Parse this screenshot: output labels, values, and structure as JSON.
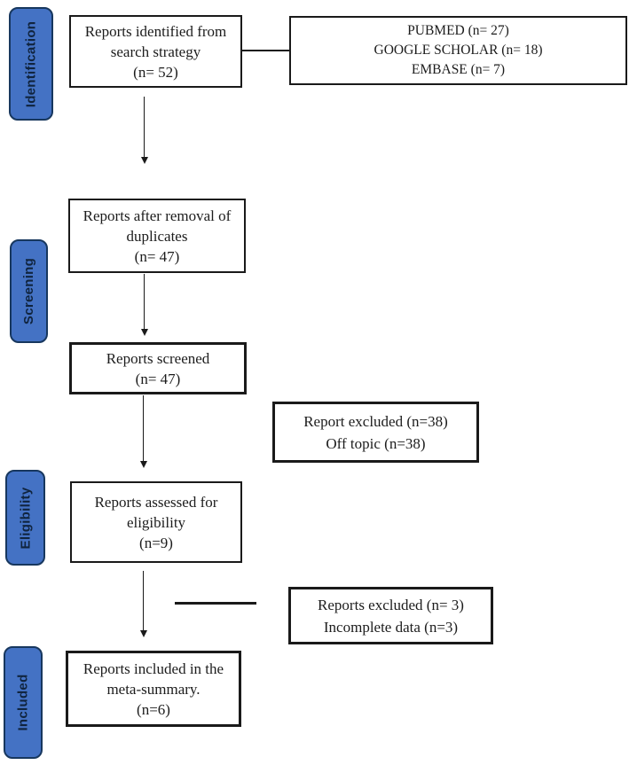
{
  "palette": {
    "stage_fill": "#4472C4",
    "stage_border": "#17375E",
    "stage_text": "#10243E",
    "line_color": "#1a1a1a",
    "text_color": "#1c1c1c"
  },
  "stages": [
    {
      "label": "Identification"
    },
    {
      "label": "Screening"
    },
    {
      "label": "Eligibility"
    },
    {
      "label": "Included"
    }
  ],
  "boxes": {
    "identified": {
      "lines": [
        "Reports identified from",
        "search strategy",
        "(n= 52)"
      ]
    },
    "sources": {
      "lines": [
        "PUBMED (n= 27)",
        "GOOGLE SCHOLAR (n= 18)",
        "EMBASE (n= 7)"
      ]
    },
    "duplicates": {
      "lines": [
        "Reports after removal of",
        "duplicates",
        "(n= 47)"
      ]
    },
    "screened": {
      "lines": [
        "Reports screened",
        "(n= 47)"
      ]
    },
    "excluded_screening": {
      "lines": [
        "Report excluded (n=38)",
        "Off topic (n=38)"
      ]
    },
    "assessed": {
      "lines": [
        "Reports assessed for",
        "eligibility",
        "(n=9)"
      ]
    },
    "excluded_eligibility": {
      "lines": [
        "Reports excluded (n= 3)",
        "Incomplete data (n=3)"
      ]
    },
    "included": {
      "lines": [
        "Reports included in the",
        "meta-summary.",
        "(n=6)"
      ]
    }
  }
}
